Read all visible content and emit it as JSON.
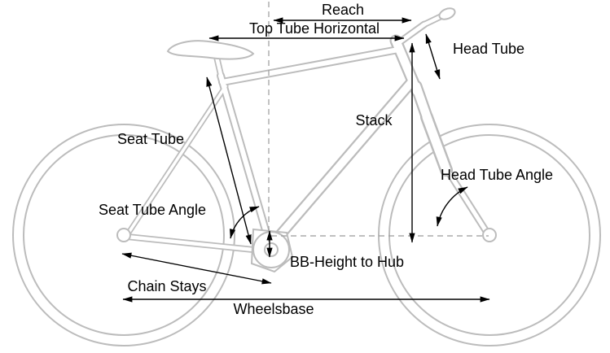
{
  "colors": {
    "background": "#ffffff",
    "bike_outline": "#bcbcbc",
    "dashed_line": "#9b9b9b",
    "measurement": "#000000"
  },
  "labels": {
    "reach": "Reach",
    "top_tube_horizontal": "Top Tube Horizontal",
    "head_tube": "Head Tube",
    "seat_tube": "Seat Tube",
    "stack": "Stack",
    "head_tube_angle": "Head Tube Angle",
    "seat_tube_angle": "Seat Tube Angle",
    "bb_height_to_hub": "BB-Height to Hub",
    "chain_stays": "Chain Stays",
    "wheelsbase": "Wheelsbase"
  }
}
